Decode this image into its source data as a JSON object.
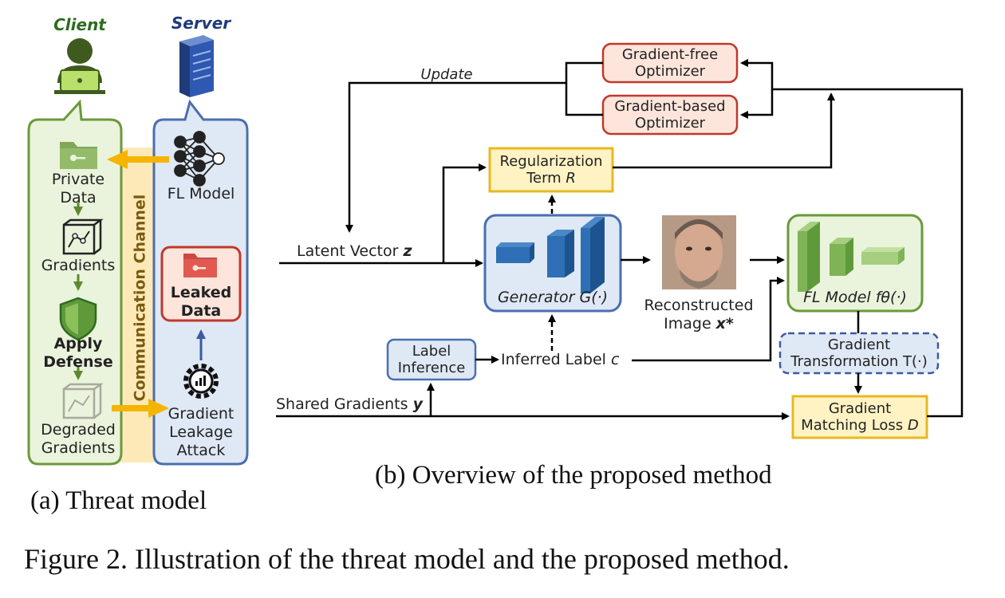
{
  "panel_a": {
    "client_title": "Client",
    "server_title": "Server",
    "private_data_line1": "Private",
    "private_data_line2": "Data",
    "gradients": "Gradients",
    "apply_defense_line1": "Apply",
    "apply_defense_line2": "Defense",
    "degraded_line1": "Degraded",
    "degraded_line2": "Gradients",
    "fl_model": "FL Model",
    "leaked_line1": "Leaked",
    "leaked_line2": "Data",
    "attack_line1": "Gradient",
    "attack_line2": "Leakage",
    "attack_line3": "Attack",
    "channel": "Communication Channel",
    "caption": "(a) Threat model"
  },
  "panel_b": {
    "update": "Update",
    "gf_opt_line1": "Gradient-free",
    "gf_opt_line2": "Optimizer",
    "gb_opt_line1": "Gradient-based",
    "gb_opt_line2": "Optimizer",
    "reg_line1": "Regularization",
    "reg_line2": "Term ",
    "reg_var": "R",
    "latent_text": "Latent Vector ",
    "latent_var": "z",
    "generator_text": "Generator ",
    "generator_var": "G(·)",
    "recon_line1": "Reconstructed",
    "recon_line2": "Image ",
    "recon_var": "x*",
    "fl_text": "FL Model ",
    "fl_var": "fθ(·)",
    "label_inf_line1": "Label",
    "label_inf_line2": "Inference",
    "inferred_text": "Inferred Label ",
    "inferred_var": "c",
    "gt_line1": "Gradient",
    "gt_line2": "Transformation T(·)",
    "shared_text": "Shared Gradients ",
    "shared_var": "y",
    "gml_line1": "Gradient",
    "gml_line2": "Matching Loss ",
    "gml_var": "D",
    "caption": "(b) Overview of the proposed method"
  },
  "figure_caption": "Figure 2. Illustration of the threat model and the proposed method.",
  "colors": {
    "green_fill": "#eaf3dc",
    "green_stroke": "#6a9a3a",
    "blue_fill": "#dfe8f5",
    "blue_stroke": "#4a6fb0",
    "red_fill": "#fde5dc",
    "red_stroke": "#c0392b",
    "yellow_fill": "#fff3c4",
    "yellow_stroke": "#e8b820",
    "arrow_orange": "#f5b400",
    "channel_band": "#fde9b8",
    "client_title": "#2e6b1e",
    "server_title": "#1f3b7a"
  }
}
